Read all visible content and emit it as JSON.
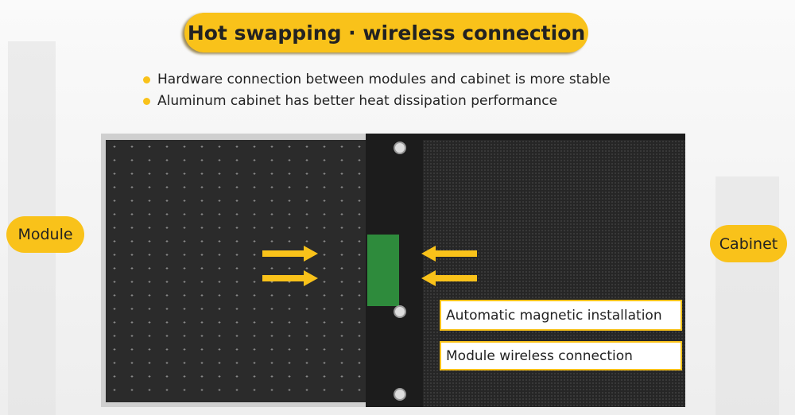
{
  "title": "Hot swapping · wireless connection",
  "bullets": [
    "Hardware connection between modules and cabinet is more stable",
    "Aluminum cabinet has better heat dissipation performance"
  ],
  "labels": {
    "module": "Module",
    "cabinet": "Cabinet"
  },
  "callouts": [
    "Automatic magnetic installation",
    "Module wireless connection"
  ],
  "colors": {
    "accent": "#f9c21a"
  }
}
